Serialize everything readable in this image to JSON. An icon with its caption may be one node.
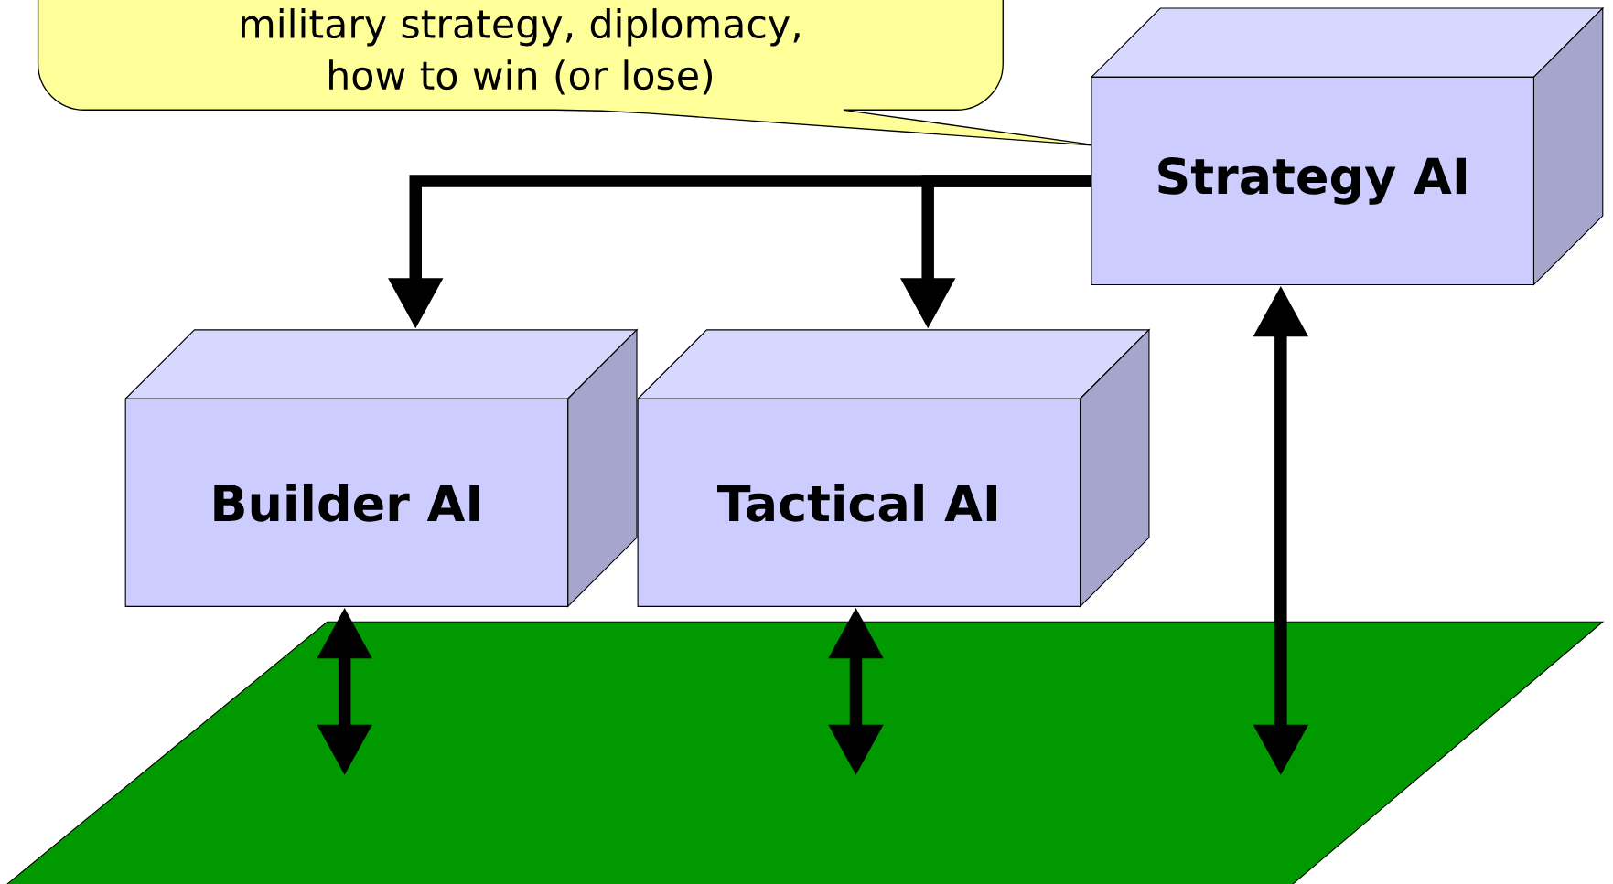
{
  "diagram": {
    "nodes": [
      {
        "text": [
          "military strategy, diplomacy, how to win (or lose)"
        ]
      },
      {
        "text": [
          "Strategy AI"
        ]
      },
      {
        "text": [
          "Builder AI"
        ]
      },
      {
        "text": [
          "Tactical AI"
        ]
      },
      {
        "text": [],
        "shape": "parallelogram"
      }
    ],
    "edges": [
      {
        "from": 1,
        "to": 2,
        "arrow": "to"
      },
      {
        "from": 1,
        "to": 3,
        "arrow": "to"
      },
      {
        "from": 2,
        "to": 4,
        "arrow": "both"
      },
      {
        "from": 3,
        "to": 4,
        "arrow": "both"
      },
      {
        "from": 1,
        "to": 4,
        "arrow": "both"
      }
    ]
  }
}
